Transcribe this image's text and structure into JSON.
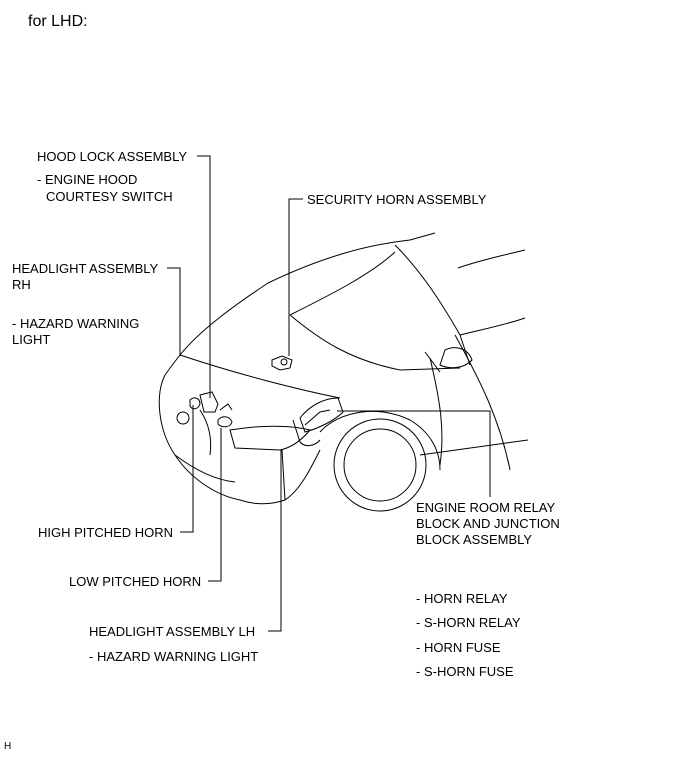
{
  "header": {
    "title": "for LHD:"
  },
  "callouts": {
    "hood_lock": "HOOD LOCK ASSEMBLY",
    "hood_lock_sub1": "- ENGINE HOOD",
    "hood_lock_sub2": "COURTESY SWITCH",
    "security_horn": "SECURITY HORN ASSEMBLY",
    "headlight_rh_1": "HEADLIGHT ASSEMBLY",
    "headlight_rh_2": "RH",
    "headlight_rh_sub1": "- HAZARD WARNING",
    "headlight_rh_sub2": "LIGHT",
    "engine_room_1": "ENGINE ROOM RELAY",
    "engine_room_2": "BLOCK AND JUNCTION",
    "engine_room_3": "BLOCK ASSEMBLY",
    "engine_room_items": [
      "- HORN RELAY",
      "- S-HORN RELAY",
      "- HORN FUSE",
      "- S-HORN FUSE"
    ],
    "high_horn": "HIGH PITCHED HORN",
    "low_horn": "LOW PITCHED HORN",
    "headlight_lh": "HEADLIGHT ASSEMBLY LH",
    "headlight_lh_sub": "- HAZARD WARNING LIGHT"
  },
  "footer": {
    "figure_code": "H"
  }
}
